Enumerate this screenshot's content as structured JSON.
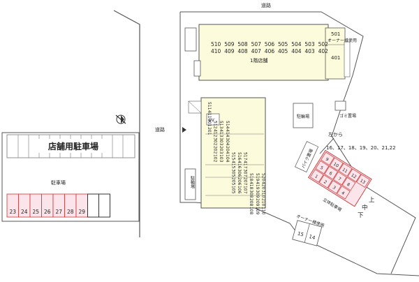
{
  "map": {
    "road_top": "道路",
    "road_left": "道路",
    "store_parking_label": "店舗用駐車場",
    "parking_label": "駐車場",
    "store_floor_label": "1階店舗",
    "owner_use_label": "オーナー様使用",
    "ev_label": "EV",
    "bicycle_parking_left": "駐輪場",
    "bicycle_parking_right": "駐輪場",
    "garbage_label": "ゴミ置場",
    "bike_parking_label": "バイク置場",
    "mech_parking_label": "立体駐車場",
    "owner_parking_label": "オーナー様使用",
    "left_from_label": "左から",
    "lot_numbers_note": "16、17、18、19、20、21,22",
    "level_upper": "上",
    "level_middle": "中",
    "level_lower": "下",
    "store_lots": [
      "23",
      "24",
      "25",
      "26",
      "27",
      "28",
      "29"
    ],
    "owner_lots": [
      "15",
      "14"
    ],
    "top_rooms_row1": [
      "510",
      "509",
      "508",
      "507",
      "506",
      "505",
      "504",
      "503",
      "502"
    ],
    "top_rooms_row2": [
      "410",
      "409",
      "408",
      "407",
      "406",
      "405",
      "404",
      "403",
      "402"
    ],
    "top_right_rooms": [
      "501",
      "401"
    ],
    "vertical_rooms": [
      [
        "511",
        "411",
        "301",
        "201"
      ],
      [
        "512",
        "412",
        "302",
        "202",
        "102"
      ],
      [
        "513",
        "413",
        "303",
        "203",
        "103"
      ],
      [
        "514",
        "414",
        "304",
        "204",
        "104"
      ],
      [
        "515",
        "415",
        "305",
        "205",
        "105"
      ],
      [
        "516",
        "416",
        "306",
        "206",
        "106"
      ],
      [
        "517",
        "417",
        "307",
        "207",
        "107"
      ],
      [
        "518",
        "418",
        "308",
        "208",
        "108"
      ],
      [
        "519",
        "419",
        "309",
        "209",
        "109"
      ],
      [
        "520",
        "420",
        "310",
        "210",
        "110"
      ]
    ],
    "mech_lots_row1": [
      "9",
      "10",
      "11",
      "12",
      "13"
    ],
    "mech_lots_row2": [
      "5",
      "6",
      "7",
      "8"
    ],
    "mech_lots_row3": [
      "1",
      "2",
      "3",
      "4"
    ]
  }
}
